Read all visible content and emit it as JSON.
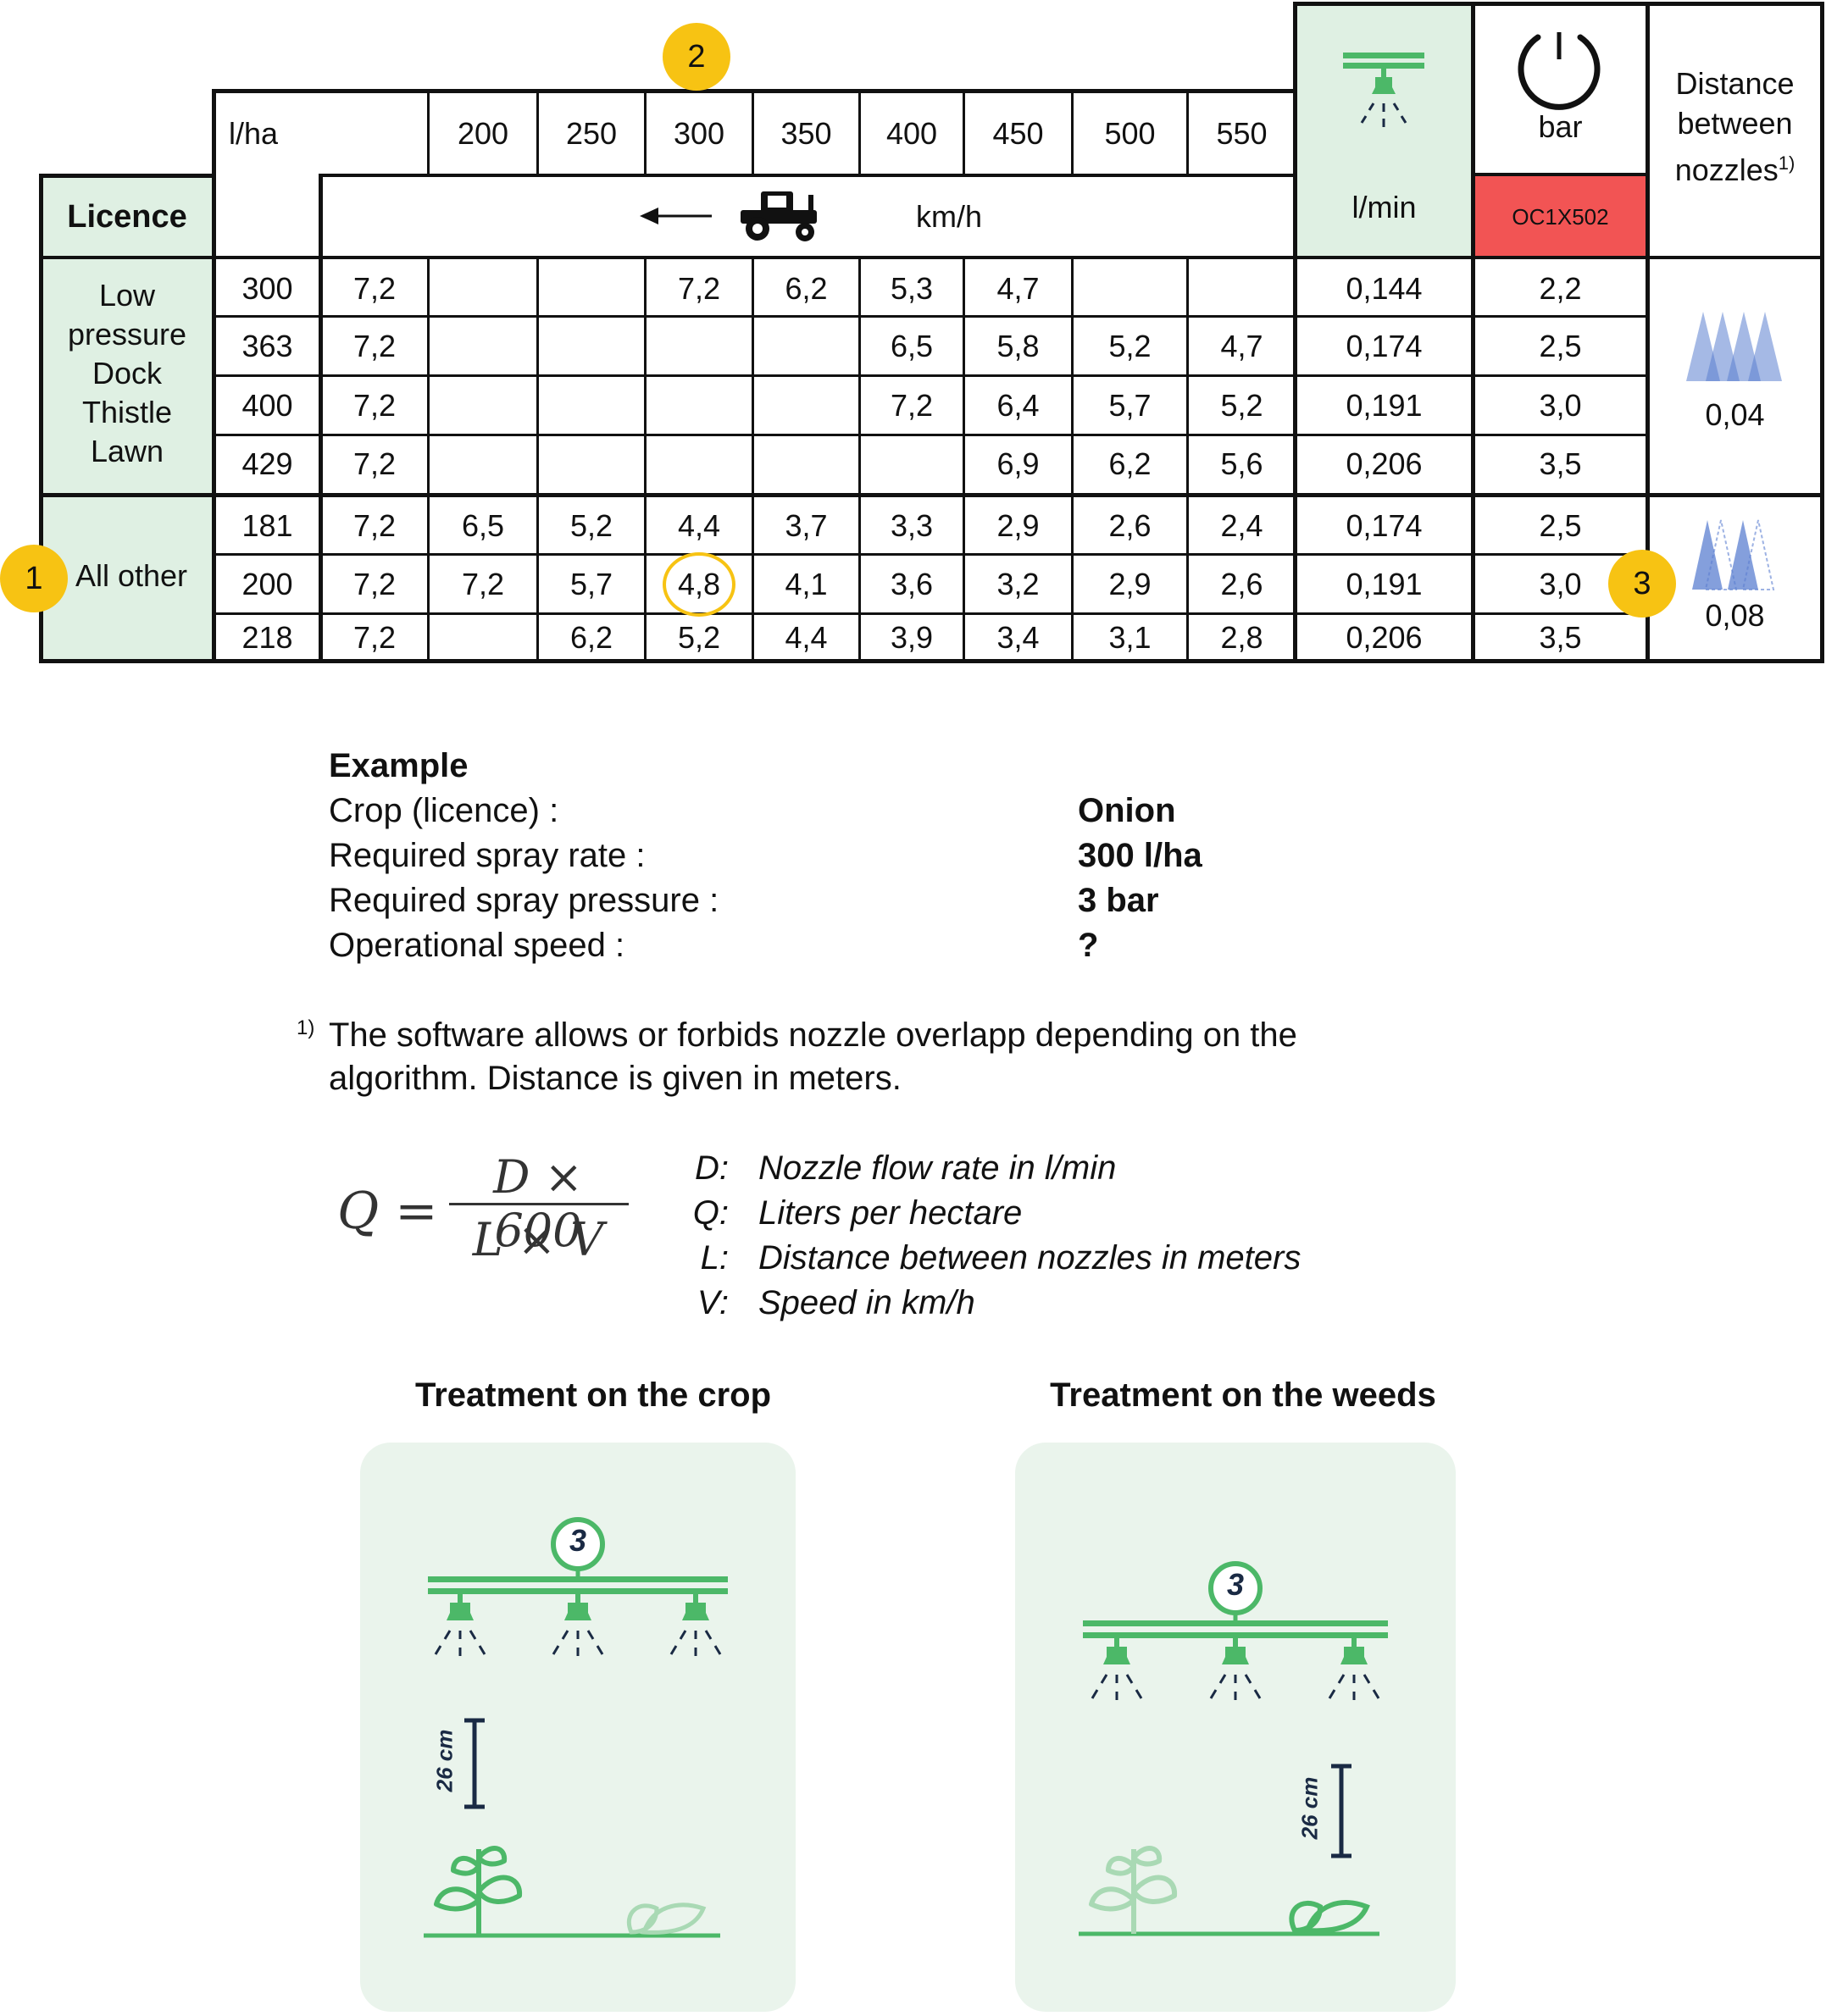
{
  "table": {
    "header": {
      "lha_label": "l/ha",
      "rate_columns": [
        "200",
        "250",
        "300",
        "350",
        "400",
        "450",
        "500",
        "550"
      ],
      "speed_unit": "km/h",
      "flow_unit": "l/min",
      "pressure_unit": "bar",
      "nozzle_code": "OC1X502",
      "distance_label_line1": "Distance",
      "distance_label_line2": "between",
      "distance_label_line3": "nozzles",
      "distance_footnote_mark": "1)",
      "licence_label": "Licence"
    },
    "groups": [
      {
        "licence_lines": [
          "Low",
          "pressure",
          "Dock",
          "Thistle",
          "Lawn"
        ],
        "distance": "0,04",
        "rows": [
          {
            "lha": "300",
            "base": "7,2",
            "speeds": [
              "",
              "",
              "7,2",
              "6,2",
              "5,3",
              "4,7",
              "",
              ""
            ],
            "flow": "0,144",
            "bar": "2,2"
          },
          {
            "lha": "363",
            "base": "7,2",
            "speeds": [
              "",
              "",
              "",
              "",
              "6,5",
              "5,8",
              "5,2",
              "4,7"
            ],
            "flow": "0,174",
            "bar": "2,5"
          },
          {
            "lha": "400",
            "base": "7,2",
            "speeds": [
              "",
              "",
              "",
              "",
              "7,2",
              "6,4",
              "5,7",
              "5,2"
            ],
            "flow": "0,191",
            "bar": "3,0"
          },
          {
            "lha": "429",
            "base": "7,2",
            "speeds": [
              "",
              "",
              "",
              "",
              "",
              "6,9",
              "6,2",
              "5,6"
            ],
            "flow": "0,206",
            "bar": "3,5"
          }
        ]
      },
      {
        "licence_lines": [
          "All other"
        ],
        "distance": "0,08",
        "rows": [
          {
            "lha": "181",
            "base": "7,2",
            "speeds": [
              "6,5",
              "5,2",
              "4,4",
              "3,7",
              "3,3",
              "2,9",
              "2,6",
              "2,4"
            ],
            "flow": "0,174",
            "bar": "2,5"
          },
          {
            "lha": "200",
            "base": "7,2",
            "speeds": [
              "7,2",
              "5,7",
              "4,8",
              "4,1",
              "3,6",
              "3,2",
              "2,9",
              "2,6"
            ],
            "flow": "0,191",
            "bar": "3,0"
          },
          {
            "lha": "218",
            "base": "7,2",
            "speeds": [
              "",
              "6,2",
              "5,2",
              "4,4",
              "3,9",
              "3,4",
              "3,1",
              "2,8"
            ],
            "flow": "0,206",
            "bar": "3,5"
          }
        ]
      }
    ],
    "callouts": [
      "1",
      "2",
      "3"
    ]
  },
  "example": {
    "title": "Example",
    "rows": [
      {
        "label": "Crop (licence) :",
        "value": "Onion"
      },
      {
        "label": "Required spray rate :",
        "value": "300 l/ha"
      },
      {
        "label": "Required spray pressure :",
        "value": "3 bar"
      },
      {
        "label": "Operational speed :",
        "value": "?"
      }
    ]
  },
  "footnote": {
    "mark": "1)",
    "line1": "The software allows or forbids nozzle overlapp depending on the",
    "line2": "algorithm. Distance is given in meters."
  },
  "formula": {
    "lhs": "Q =",
    "numerator": "D × 600",
    "denominator": "L × V",
    "legend": [
      {
        "key": "D:",
        "text": "Nozzle flow rate in l/min"
      },
      {
        "key": "Q:",
        "text": "Liters per hectare"
      },
      {
        "key": "L:",
        "text": "Distance between nozzles in meters"
      },
      {
        "key": "V:",
        "text": "Speed in km/h"
      }
    ]
  },
  "illustrations": {
    "crop": {
      "title": "Treatment on the crop",
      "badge": "3",
      "height_label": "26 cm"
    },
    "weeds": {
      "title": "Treatment on the weeds",
      "badge": "3",
      "height_label": "26 cm"
    }
  },
  "colors": {
    "green_fill": "#dff0e3",
    "accent_green": "#4cb868",
    "callout_yellow": "#f7c313",
    "nozzle_red": "#f25454",
    "spray_blue": "#5b7fd0",
    "panel_bg": "#eaf4ec"
  },
  "icons": [
    "tractor-icon",
    "arrow-left-icon",
    "nozzle-boom-icon",
    "pressure-gauge-icon",
    "spray-fan-icon"
  ]
}
